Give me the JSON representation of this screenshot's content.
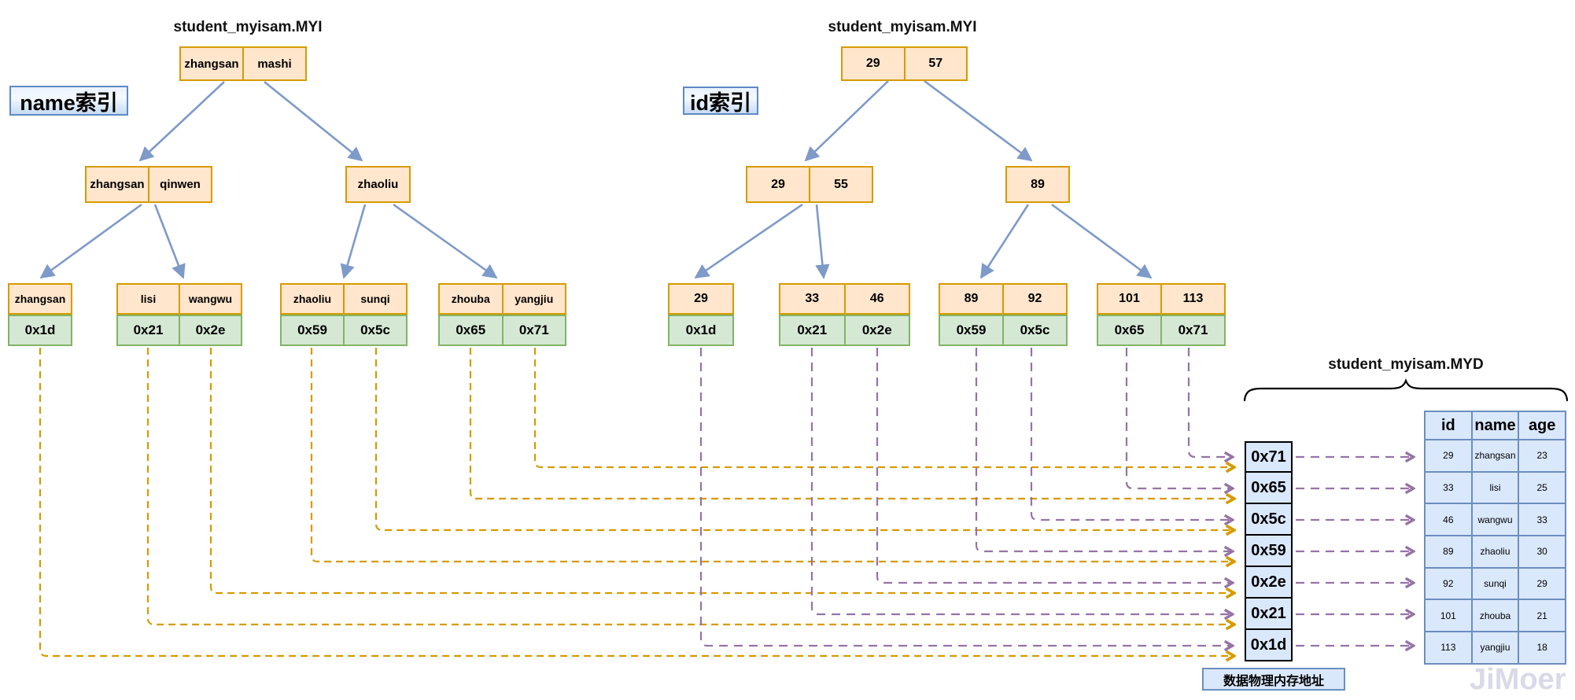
{
  "name_index": {
    "file_title": "student_myisam.MYI",
    "label": "name索引",
    "root": {
      "cells": [
        "zhangsan",
        "mashi"
      ]
    },
    "level2": [
      {
        "cells": [
          "zhangsan",
          "qinwen"
        ]
      },
      {
        "cells": [
          "zhaoliu"
        ]
      }
    ],
    "leaves": [
      {
        "keys": [
          "zhangsan"
        ],
        "addrs": [
          "0x1d"
        ]
      },
      {
        "keys": [
          "lisi",
          "wangwu"
        ],
        "addrs": [
          "0x21",
          "0x2e"
        ]
      },
      {
        "keys": [
          "zhaoliu",
          "sunqi"
        ],
        "addrs": [
          "0x59",
          "0x5c"
        ]
      },
      {
        "keys": [
          "zhouba",
          "yangjiu"
        ],
        "addrs": [
          "0x65",
          "0x71"
        ]
      }
    ]
  },
  "id_index": {
    "file_title": "student_myisam.MYI",
    "label": "id索引",
    "root": {
      "cells": [
        "29",
        "57"
      ]
    },
    "level2": [
      {
        "cells": [
          "29",
          "55"
        ]
      },
      {
        "cells": [
          "89"
        ]
      }
    ],
    "leaves": [
      {
        "keys": [
          "29"
        ],
        "addrs": [
          "0x1d"
        ]
      },
      {
        "keys": [
          "33",
          "46"
        ],
        "addrs": [
          "0x21",
          "0x2e"
        ]
      },
      {
        "keys": [
          "89",
          "92"
        ],
        "addrs": [
          "0x59",
          "0x5c"
        ]
      },
      {
        "keys": [
          "101",
          "113"
        ],
        "addrs": [
          "0x65",
          "0x71"
        ]
      }
    ]
  },
  "data_file": {
    "title": "student_myisam.MYD",
    "address_stack": [
      "0x71",
      "0x65",
      "0x5c",
      "0x59",
      "0x2e",
      "0x21",
      "0x1d"
    ],
    "stack_label": "数据物理内存地址",
    "table": {
      "headers": [
        "id",
        "name",
        "age"
      ],
      "rows": [
        [
          "29",
          "zhangsan",
          "23"
        ],
        [
          "33",
          "lisi",
          "25"
        ],
        [
          "46",
          "wangwu",
          "33"
        ],
        [
          "89",
          "zhaoliu",
          "30"
        ],
        [
          "92",
          "sunqi",
          "29"
        ],
        [
          "101",
          "zhouba",
          "21"
        ],
        [
          "113",
          "yangjiu",
          "18"
        ]
      ]
    }
  },
  "watermark": "JiMoer",
  "colors": {
    "node_fill": "#ffe6cc",
    "node_stroke": "#d79b00",
    "addr_fill": "#d5e8d4",
    "addr_stroke": "#82b366",
    "blue_fill": "#dae8fc",
    "blue_stroke": "#6c8ebf",
    "tree_arrow": "#7e9ac9",
    "name_link_dash": "#d79b00",
    "id_link_dash": "#9673a6"
  }
}
